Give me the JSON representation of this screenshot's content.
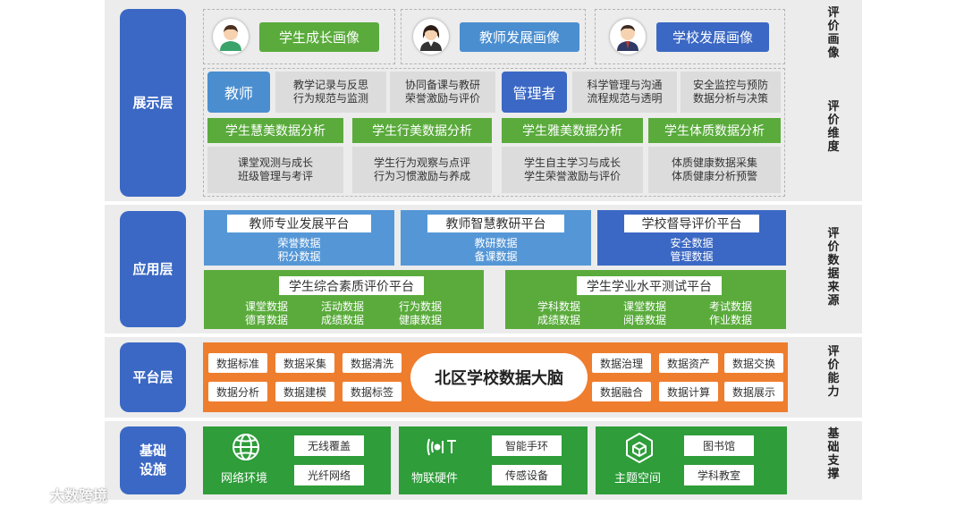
{
  "layers": {
    "display": "展示层",
    "application": "应用层",
    "platform": "平台层",
    "infrastructure": "基础\n设施"
  },
  "side_labels": {
    "portrait": "评\n价\n画\n像",
    "dimension": "评\n价\n维\n度",
    "data_source": "评\n价\n数\n据\n来\n源",
    "capability": "评\n价\n能\n力",
    "support": "基\n础\n支\n撑"
  },
  "portraits": [
    {
      "label": "学生成长画像",
      "color": "#5aab3c"
    },
    {
      "label": "教师发展画像",
      "color": "#4a8ed0"
    },
    {
      "label": "学校发展画像",
      "color": "#3b68c4"
    }
  ],
  "roles": {
    "teacher": "教师",
    "manager": "管理者",
    "teacher_items": [
      "教学记录与反思\n行为规范与监测",
      "协同备课与教研\n荣誉激励与评价"
    ],
    "manager_items": [
      "科学管理与沟通\n流程规范与透明",
      "安全监控与预防\n数据分析与决策"
    ]
  },
  "student_analysis": [
    {
      "title": "学生慧美数据分析",
      "content": "课堂观测与成长\n班级管理与考评"
    },
    {
      "title": "学生行美数据分析",
      "content": "学生行为观察与点评\n行为习惯激励与养成"
    },
    {
      "title": "学生雅美数据分析",
      "content": "学生自主学习与成长\n学生荣誉激励与评价"
    },
    {
      "title": "学生体质数据分析",
      "content": "体质健康数据采集\n体质健康分析预警"
    }
  ],
  "platforms_top": [
    {
      "title": "教师专业发展平台",
      "lines": "荣誉数据\n积分数据",
      "color": "#5597d6"
    },
    {
      "title": "教师智慧教研平台",
      "lines": "教研数据\n备课数据",
      "color": "#5597d6"
    },
    {
      "title": "学校督导评价平台",
      "lines": "安全数据\n管理数据",
      "color": "#3b68c4"
    }
  ],
  "platforms_bottom": [
    {
      "title": "学生综合素质评价平台",
      "cols": [
        "课堂数据\n德育数据",
        "活动数据\n成绩数据",
        "行为数据\n健康数据"
      ]
    },
    {
      "title": "学生学业水平测试平台",
      "cols": [
        "学科数据\n成绩数据",
        "课堂数据\n阅卷数据",
        "考试数据\n作业数据"
      ]
    }
  ],
  "capabilities_left": [
    [
      "数据标准",
      "数据采集",
      "数据清洗"
    ],
    [
      "数据分析",
      "数据建模",
      "数据标签"
    ]
  ],
  "capabilities_right": [
    [
      "数据治理",
      "数据资产",
      "数据交换"
    ],
    [
      "数据融合",
      "数据计算",
      "数据展示"
    ]
  ],
  "brain": "北区学校数据大脑",
  "infrastructure": [
    {
      "name": "网络环境",
      "icon": "globe-icon",
      "tags": [
        "无线覆盖",
        "光纤网络"
      ]
    },
    {
      "name": "物联硬件",
      "icon": "iot-icon",
      "tags": [
        "智能手环",
        "传感设备"
      ]
    },
    {
      "name": "主题空间",
      "icon": "cube-icon",
      "tags": [
        "图书馆",
        "学科教室"
      ]
    }
  ],
  "watermark": "大数跨境"
}
